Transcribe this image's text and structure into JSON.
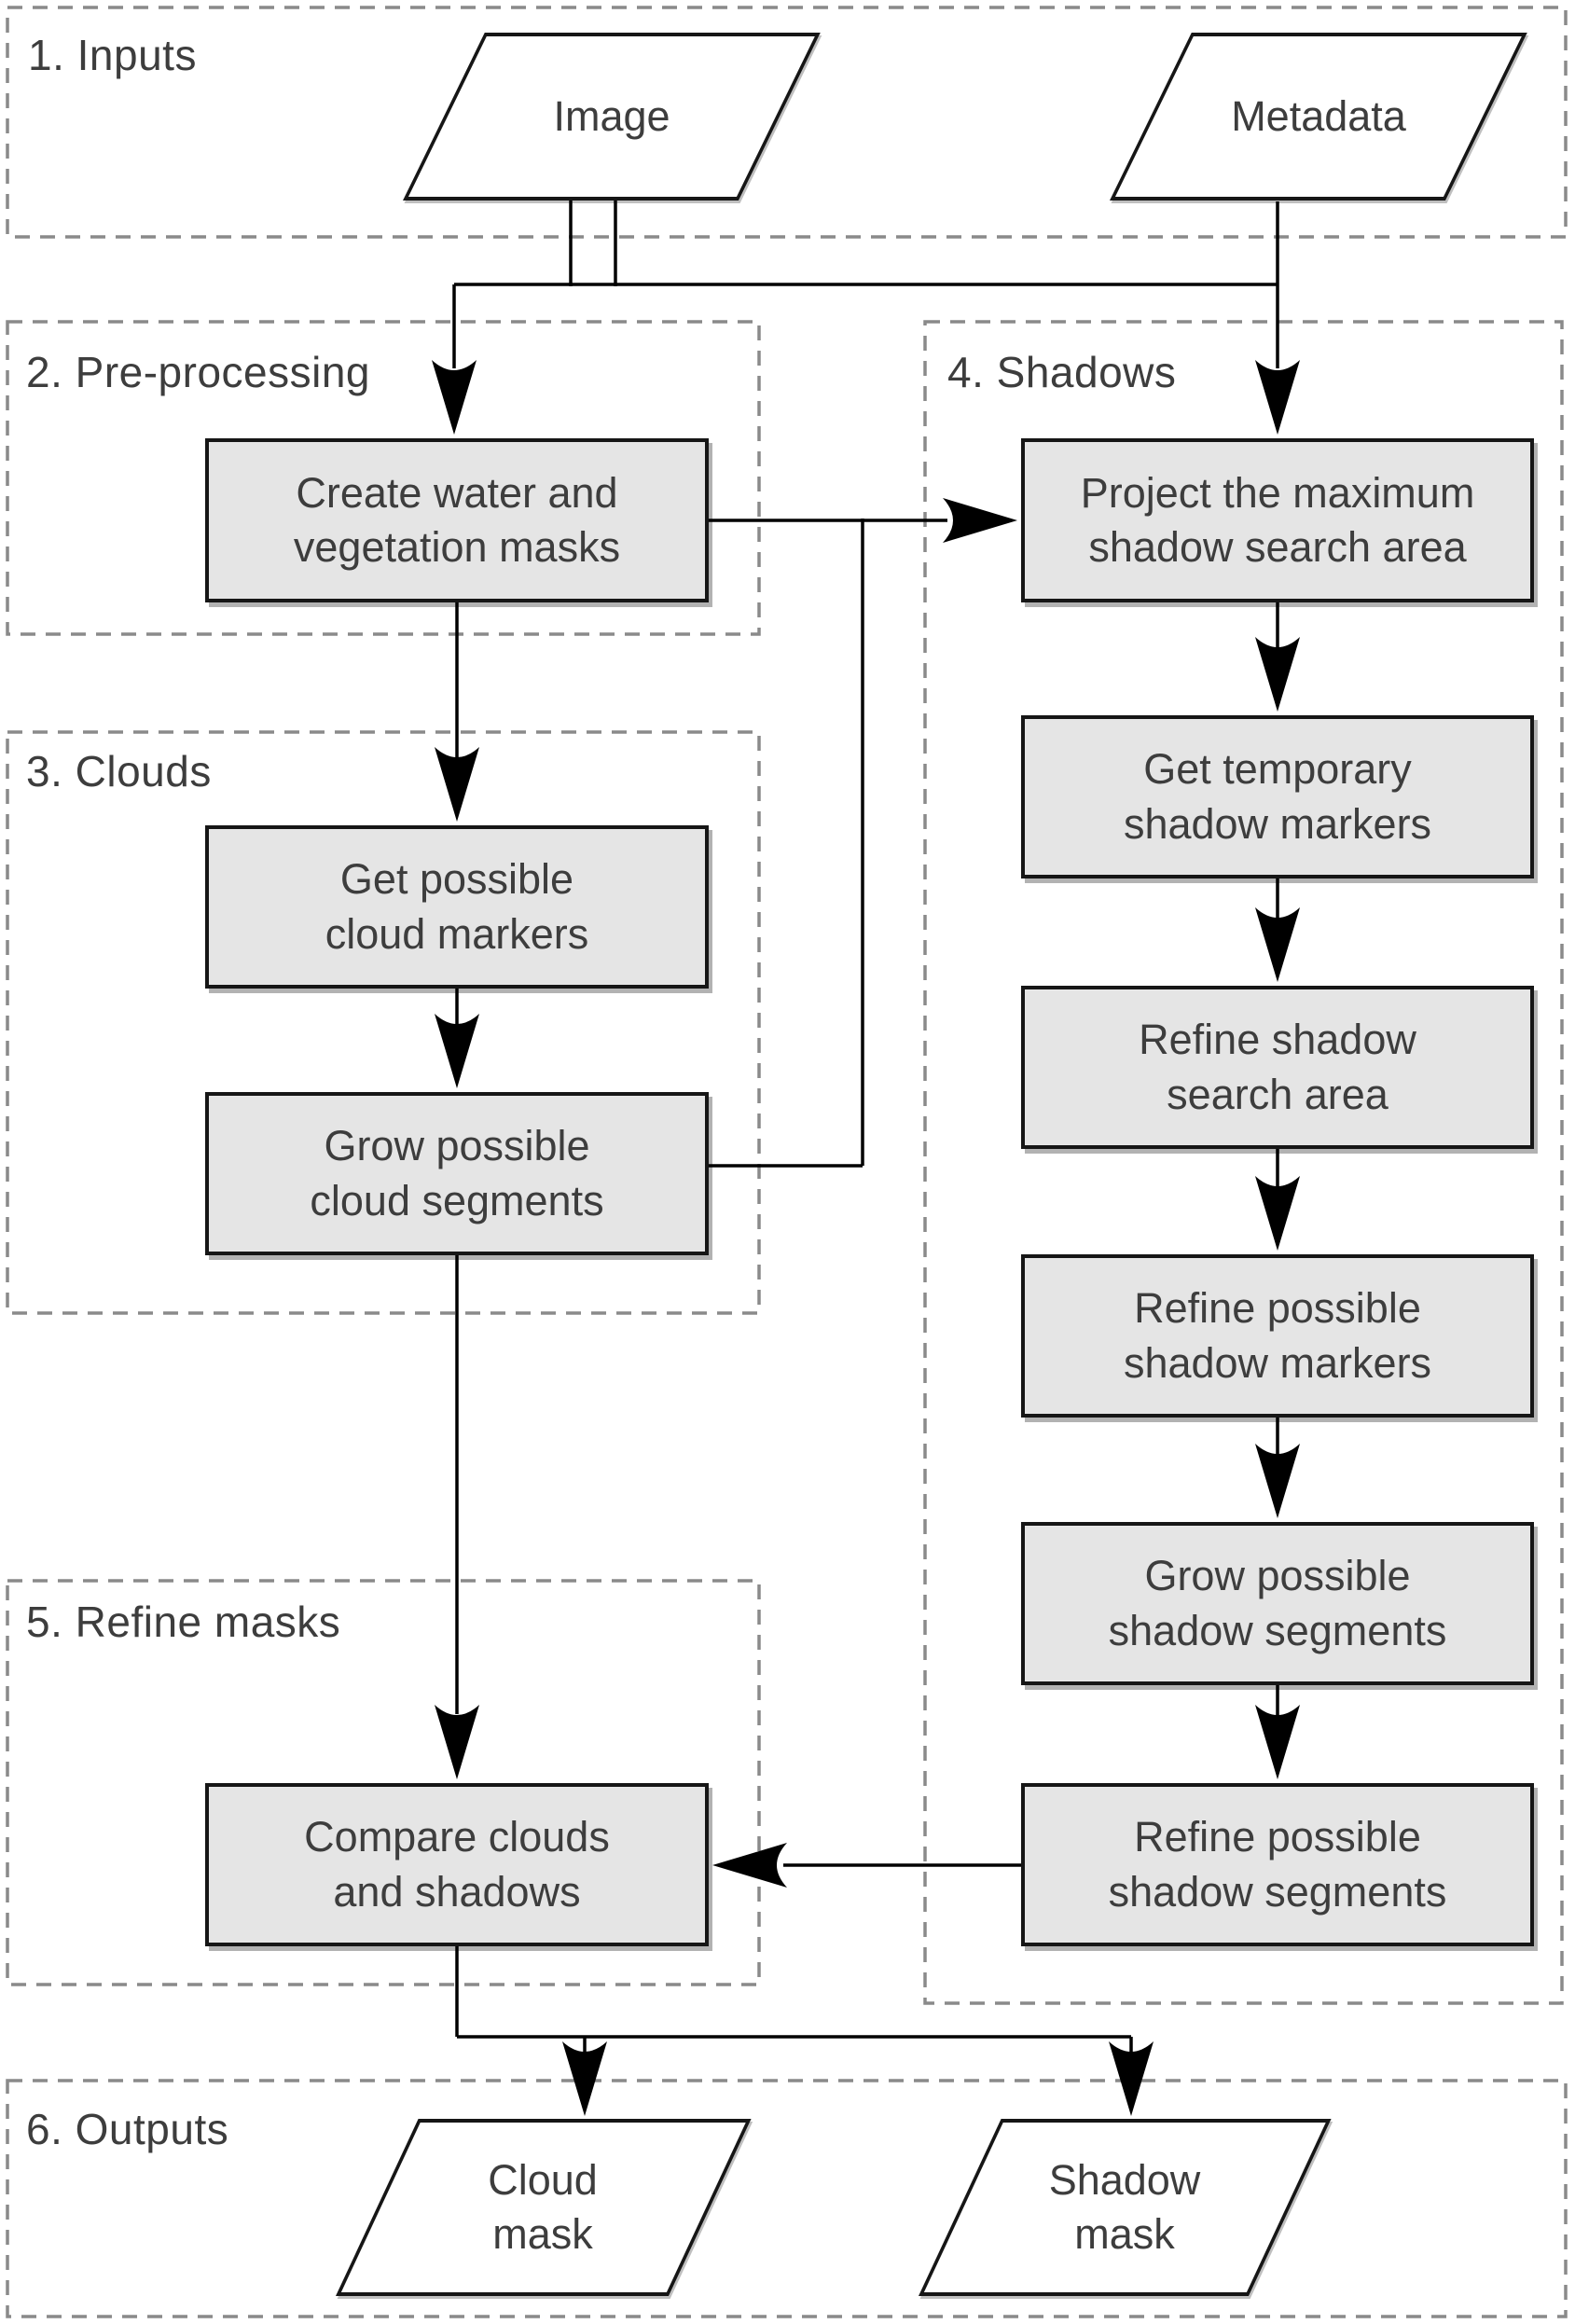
{
  "sections": [
    {
      "id": "inputs",
      "label": "1. Inputs"
    },
    {
      "id": "preprocessing",
      "label": "2. Pre-processing"
    },
    {
      "id": "clouds",
      "label": "3. Clouds"
    },
    {
      "id": "shadows",
      "label": "4. Shadows"
    },
    {
      "id": "refine_masks",
      "label": "5. Refine masks"
    },
    {
      "id": "outputs",
      "label": "6. Outputs"
    }
  ],
  "nodes": {
    "image": {
      "shape": "parallelogram",
      "label": "Image"
    },
    "metadata": {
      "shape": "parallelogram",
      "label": "Metadata"
    },
    "create_masks": {
      "shape": "process",
      "line1": "Create water and",
      "line2": "vegetation masks"
    },
    "get_cloud_markers": {
      "shape": "process",
      "line1": "Get possible",
      "line2": "cloud markers"
    },
    "grow_cloud_segments": {
      "shape": "process",
      "line1": "Grow possible",
      "line2": "cloud segments"
    },
    "project_shadow_area": {
      "shape": "process",
      "line1": "Project the maximum",
      "line2": "shadow search area"
    },
    "get_temp_shadow_markers": {
      "shape": "process",
      "line1": "Get temporary",
      "line2": "shadow markers"
    },
    "refine_shadow_search": {
      "shape": "process",
      "line1": "Refine shadow",
      "line2": "search area"
    },
    "refine_shadow_markers": {
      "shape": "process",
      "line1": "Refine possible",
      "line2": "shadow markers"
    },
    "grow_shadow_segments": {
      "shape": "process",
      "line1": "Grow possible",
      "line2": "shadow segments"
    },
    "refine_shadow_segments": {
      "shape": "process",
      "line1": "Refine possible",
      "line2": "shadow segments"
    },
    "cloud_mask": {
      "shape": "parallelogram",
      "line1": "Cloud",
      "line2": "mask"
    },
    "shadow_mask": {
      "shape": "parallelogram",
      "line1": "Shadow",
      "line2": "mask"
    }
  },
  "colors": {
    "background": "#ffffff",
    "box_fill": "#e5e5e5",
    "box_border": "#161616",
    "section_border": "#8a8a8a",
    "connector": "#000000",
    "text": "#3d3d3d"
  }
}
